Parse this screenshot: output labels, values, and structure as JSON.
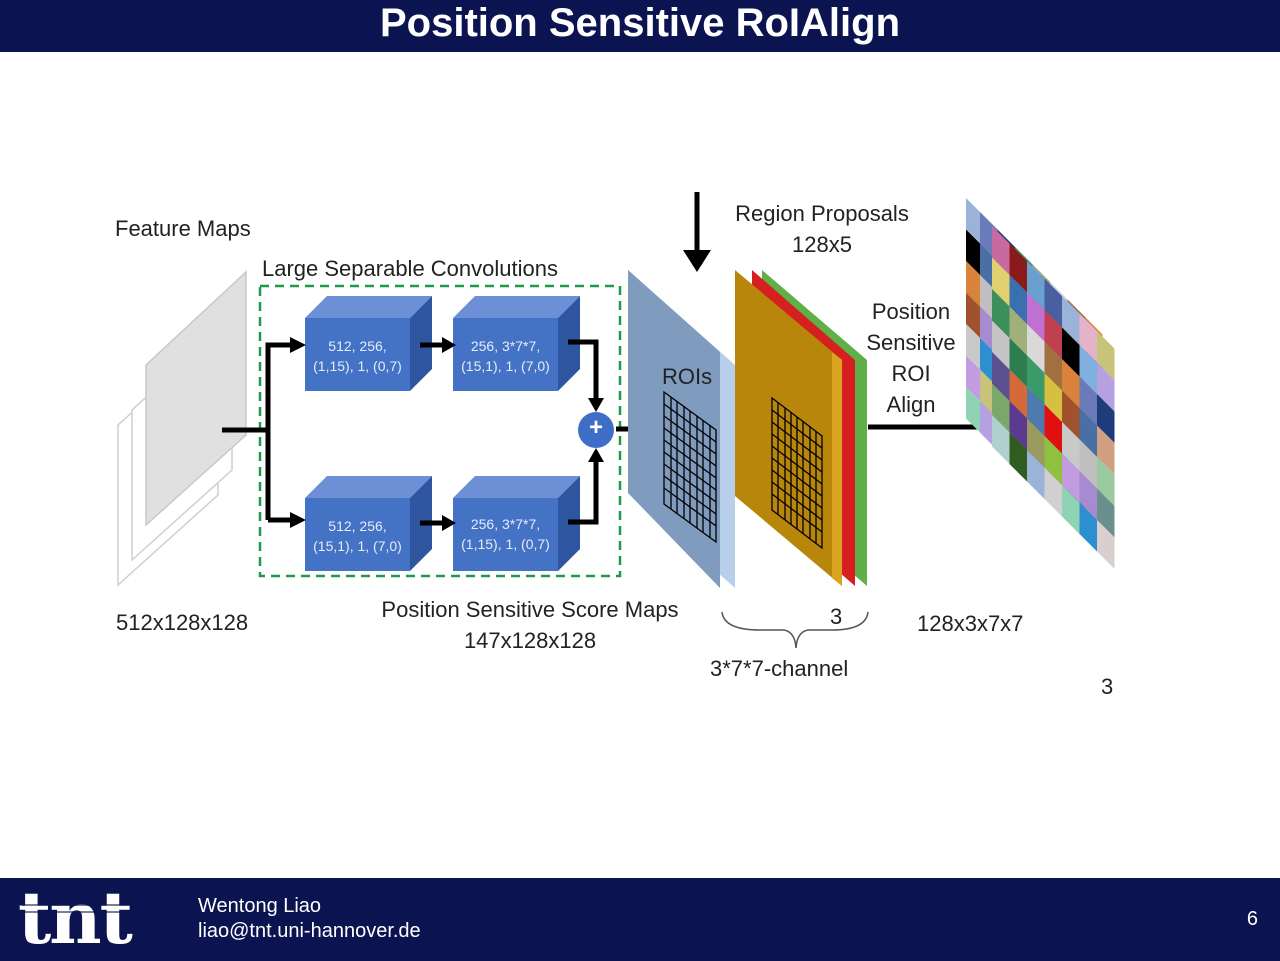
{
  "slide": {
    "title": "Position Sensitive RoIAlign",
    "author": "Wentong Liao",
    "email": "liao@tnt.uni-hannover.de",
    "page_number": "6",
    "logo_text": "tnt"
  },
  "diagram": {
    "feature_maps_label": "Feature Maps",
    "feature_maps_dims": "512x128x128",
    "large_sep_conv_label": "Large Separable Convolutions",
    "conv_top_1": [
      "512, 256,",
      "(1,15), 1, (0,7)"
    ],
    "conv_top_2": [
      "256, 3*7*7,",
      "(15,1), 1, (7,0)"
    ],
    "conv_bottom_1": [
      "512, 256,",
      "(15,1), 1, (7,0)"
    ],
    "conv_bottom_2": [
      "256, 3*7*7,",
      "(1,15), 1, (0,7)"
    ],
    "plus_symbol": "+",
    "score_maps_label": "Position Sensitive Score Maps",
    "score_maps_dims": "147x128x128",
    "region_proposals_label": "Region Proposals",
    "region_proposals_dims": "128x5",
    "rois_label": "ROIs",
    "channels_count": "3",
    "channels_label": "3*7*7-channel",
    "ps_roi_align_lines": [
      "Position",
      "Sensitive",
      "ROI",
      "Align"
    ],
    "output_dims": "128x3x7x7",
    "output_depth": "3"
  },
  "colors": {
    "header_bg": "#0b1450",
    "conv_block": "#4472c4",
    "dashed_border": "#1f9a4a",
    "roi_plane": "#7f9bbd",
    "score_plane": "#b8860b",
    "red_channel": "#d62020",
    "green_channel": "#5fb048"
  }
}
